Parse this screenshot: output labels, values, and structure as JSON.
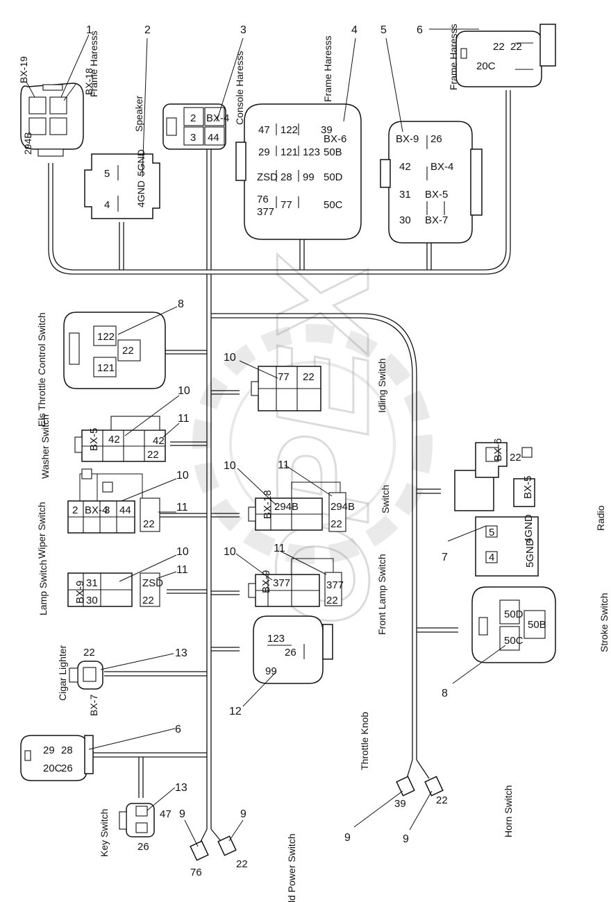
{
  "watermark": "OPEX",
  "labels": {
    "frame_harness_1": "Frame Haresss",
    "speaker": "Speaker",
    "console_harness": "Console Haresss",
    "frame_harness_4": "Frame Haresss",
    "frame_harness_6": "Frame Haresss",
    "els_throttle": "Els Throttle Control Switch",
    "washer": "Washer Switch",
    "wiper": "Wiper Switch",
    "lamp": "Lamp Switch",
    "cigar": "Cigar Lighter",
    "bx7": "BX-7",
    "key": "Key Switch",
    "add_power": "Add Power Switch",
    "idling": "Idling Switch",
    "switch": "Switch",
    "front_lamp": "Front Lamp Switch",
    "throttle_knob": "Throttle Knob",
    "horn": "Horn Switch",
    "radio": "Radio",
    "stroke": "Stroke Switch"
  },
  "callouts": {
    "c1": "1",
    "c2": "2",
    "c3": "3",
    "c4": "4",
    "c5": "5",
    "c6": "6",
    "c8a": "8",
    "c10a": "10",
    "c10b": "10",
    "c11a": "11",
    "c10c": "10",
    "c11b": "11",
    "c10d": "10",
    "c11c": "11",
    "c10e": "10",
    "c11d": "11",
    "c10f": "10",
    "c11e": "11",
    "c13a": "13",
    "c12": "12",
    "c6b": "6",
    "c13b": "13",
    "c9a": "9",
    "c9b": "9",
    "c7": "7",
    "c8b": "8",
    "c9c": "9",
    "c9d": "9"
  },
  "pins": {
    "c1_bx19": "BX-19",
    "c1_bx18": "BX-18",
    "c1_294b": "294B",
    "c2_5": "5",
    "c2_5gnd": "5GND",
    "c2_4": "4",
    "c2_4gnd": "4GND",
    "c3_2": "2",
    "c3_bx4": "BX-4",
    "c3_3": "3",
    "c3_44": "44",
    "c4_47": "47",
    "c4_122": "122",
    "c4_39": "39",
    "c4_bx6": "BX-6",
    "c4_29": "29",
    "c4_121": "121",
    "c4_123": "123",
    "c4_50b": "50B",
    "c4_zsd": "ZSD",
    "c4_28": "28",
    "c4_99": "99",
    "c4_50d": "50D",
    "c4_76": "76",
    "c4_377": "377",
    "c4_77": "77",
    "c4_50c": "50C",
    "c5_bx9": "BX-9",
    "c5_26": "26",
    "c5_42": "42",
    "c5_bx4": "BX-4",
    "c5_31": "31",
    "c5_bx5": "BX-5",
    "c5_bx7": "BX-7",
    "c5_30": "30",
    "c6_20c": "20C",
    "c6_22a": "22",
    "c6_22b": "22",
    "els_122": "122",
    "els_22": "22",
    "els_121": "121",
    "idle_77": "77",
    "idle_22": "22",
    "wash_bx5": "BX-5",
    "wash_42": "42",
    "wash_22": "22",
    "wash_42b": "42",
    "wip_2": "2",
    "wip_bx4": "BX-4",
    "wip_3": "3",
    "wip_44": "44",
    "wip_22": "22",
    "sw_bx18": "BX-18",
    "sw_294b": "294B",
    "sw_22": "22",
    "sw_294b2": "294B",
    "lamp_31": "31",
    "lamp_bx9": "BX-9",
    "lamp_30": "30",
    "lamp_22": "22",
    "lamp_zsd": "ZSD",
    "fl_bx9": "BX-9",
    "fl_377": "377",
    "fl_22": "22",
    "fl_377b": "377",
    "th_123": "123",
    "th_26": "26",
    "th_99": "99",
    "cig_22": "22",
    "key_29": "29",
    "key_28": "28",
    "key_20c": "20C",
    "key_26": "26",
    "ks_47": "47",
    "ks_26": "26",
    "ap_76": "76",
    "ap_22": "22",
    "radio_bx6": "BX-6",
    "radio_22": "22",
    "radio_bx5": "BX-5",
    "radio_5": "5",
    "radio_4gnd": "4GND",
    "radio_4": "4",
    "radio_5gnd": "5GND",
    "st_50d": "50D",
    "st_50c": "50C",
    "st_50b": "50B",
    "horn_39": "39",
    "horn_22": "22"
  }
}
